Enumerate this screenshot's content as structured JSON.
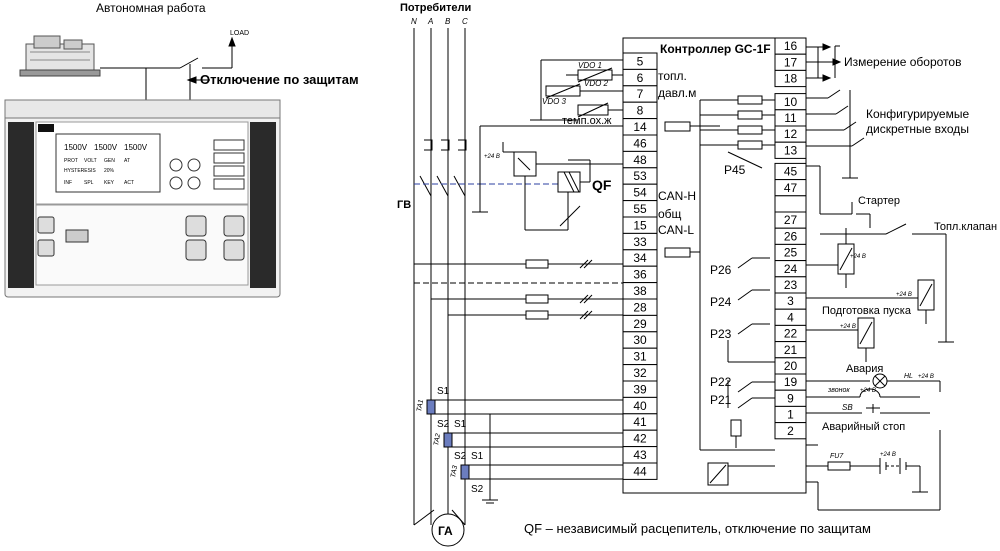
{
  "left": {
    "title": "Автономная работа",
    "load_label": "LOAD",
    "protection_label": "Отключение по защитам",
    "panel": {
      "brand": "",
      "screen_rows": [
        [
          "1500V",
          "1500V",
          "1500V"
        ],
        [
          "PROT",
          "VOLT",
          "GEN",
          "AT"
        ],
        [
          "HYSTERESIS",
          "20%"
        ],
        [
          "INF",
          "SPL",
          "KEY",
          "ACT"
        ]
      ],
      "side_buttons": [
        "",
        "",
        "",
        ""
      ]
    }
  },
  "consumers_label": "Потребители",
  "phases": [
    "N",
    "A",
    "B",
    "C"
  ],
  "controller_title": "Контроллер GC-1F",
  "left_terminals": [
    "5",
    "6",
    "7",
    "8",
    "14",
    "46",
    "48",
    "53",
    "54",
    "55",
    "15",
    "33",
    "34",
    "36",
    "38",
    "28",
    "29",
    "30",
    "31",
    "32",
    "39",
    "40",
    "41",
    "42",
    "43",
    "44"
  ],
  "right_terminals": [
    "16",
    "17",
    "18",
    "10",
    "11",
    "12",
    "13",
    "45",
    "47",
    "",
    "27",
    "26",
    "25",
    "24",
    "23",
    "3",
    "4",
    "22",
    "21",
    "20",
    "19",
    "9",
    "1",
    "2"
  ],
  "internal_labels": {
    "topl": "топл.",
    "davl": "давл.м",
    "can_h": "CAN-H",
    "obsh": "общ",
    "can_l": "CAN-L",
    "p45": "P45"
  },
  "sensors": {
    "vdo1": "VDO 1",
    "vdo2": "VDO 2",
    "vdo3": "VDO 3",
    "temp": "темп.ох.ж"
  },
  "right_labels": {
    "speed": "Измерение оборотов",
    "config_1": "Конфигурируемые",
    "config_2": "дискретные входы",
    "starter": "Стартер",
    "fuel_valve": "Топл.клапан",
    "prep": "Подготовка пуска",
    "alarm": "Авария",
    "bell": "звонок",
    "emergency": "Аварийный стоп",
    "sb": "SB",
    "hl": "HL",
    "fu": "FU7"
  },
  "relays": [
    "P26",
    "P24",
    "P23",
    "P22",
    "P21"
  ],
  "plus24": "+24 B",
  "qf": "QF",
  "gv": "ГВ",
  "ga": "ГА",
  "ct": [
    "TA1",
    "TA2",
    "TA3"
  ],
  "ct_s1": "S1",
  "ct_s2": "S2",
  "footnote": "QF – независимый расцепитель, отключение по защитам"
}
